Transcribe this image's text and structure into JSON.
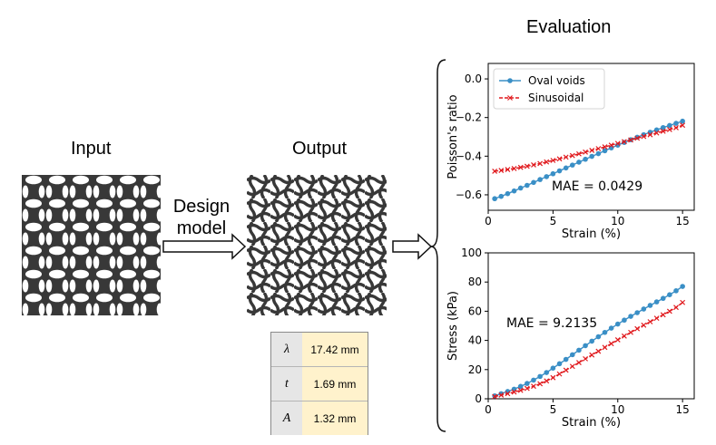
{
  "labels": {
    "input": "Input",
    "output": "Output",
    "evaluation": "Evaluation",
    "design_line1": "Design",
    "design_line2": "model"
  },
  "params": [
    {
      "symbol": "λ",
      "value": "17.42 mm"
    },
    {
      "symbol": "t",
      "value": "1.69 mm"
    },
    {
      "symbol": "A",
      "value": "1.32 mm"
    }
  ],
  "colors": {
    "oval": "#3a8fc6",
    "sinusoidal": "#e0191d",
    "lattice": "#383838",
    "symbol_bg": "#e6e6e6",
    "value_bg": "#fff2cc"
  },
  "chart_data": [
    {
      "type": "line",
      "xlabel": "Strain (%)",
      "ylabel": "Poisson's ratio",
      "xlim": [
        0,
        15.9
      ],
      "ylim": [
        -0.68,
        0.08
      ],
      "xticks": [
        0,
        5,
        10,
        15
      ],
      "yticks": [
        0.0,
        -0.2,
        -0.4,
        -0.6
      ],
      "ytick_labels": [
        "0.0",
        "−0.2",
        "−0.4",
        "−0.6"
      ],
      "legend": "top-left",
      "annotation": "MAE = 0.0429",
      "series": [
        {
          "name": "Oval voids",
          "marker": "circle",
          "style": "solid",
          "x": [
            0.5,
            1.0,
            1.5,
            2.0,
            2.5,
            3.0,
            3.5,
            4.0,
            4.5,
            5.0,
            5.5,
            6.0,
            6.5,
            7.0,
            7.5,
            8.0,
            8.5,
            9.0,
            9.5,
            10.0,
            10.5,
            11.0,
            11.5,
            12.0,
            12.5,
            13.0,
            13.5,
            14.0,
            14.5,
            15.0
          ],
          "y": [
            -0.62,
            -0.608,
            -0.594,
            -0.58,
            -0.565,
            -0.551,
            -0.536,
            -0.521,
            -0.506,
            -0.491,
            -0.476,
            -0.461,
            -0.446,
            -0.431,
            -0.416,
            -0.401,
            -0.387,
            -0.372,
            -0.357,
            -0.343,
            -0.329,
            -0.315,
            -0.302,
            -0.289,
            -0.276,
            -0.264,
            -0.252,
            -0.241,
            -0.23,
            -0.219
          ]
        },
        {
          "name": "Sinusoidal",
          "marker": "x",
          "style": "dashed",
          "x": [
            0.5,
            1.0,
            1.5,
            2.0,
            2.5,
            3.0,
            3.5,
            4.0,
            4.5,
            5.0,
            5.5,
            6.0,
            6.5,
            7.0,
            7.5,
            8.0,
            8.5,
            9.0,
            9.5,
            10.0,
            10.5,
            11.0,
            11.5,
            12.0,
            12.5,
            13.0,
            13.5,
            14.0,
            14.5,
            15.0
          ],
          "y": [
            -0.478,
            -0.474,
            -0.469,
            -0.464,
            -0.458,
            -0.452,
            -0.445,
            -0.438,
            -0.43,
            -0.422,
            -0.414,
            -0.405,
            -0.397,
            -0.388,
            -0.379,
            -0.37,
            -0.361,
            -0.352,
            -0.343,
            -0.334,
            -0.325,
            -0.316,
            -0.307,
            -0.298,
            -0.289,
            -0.28,
            -0.271,
            -0.262,
            -0.253,
            -0.24
          ]
        }
      ]
    },
    {
      "type": "line",
      "xlabel": "Strain (%)",
      "ylabel": "Stress (kPa)",
      "xlim": [
        0,
        15.9
      ],
      "ylim": [
        0,
        100
      ],
      "xticks": [
        0,
        5,
        10,
        15
      ],
      "yticks": [
        0,
        20,
        40,
        60,
        80,
        100
      ],
      "ytick_labels": [
        "0",
        "20",
        "40",
        "60",
        "80",
        "100"
      ],
      "annotation": "MAE = 9.2135",
      "series": [
        {
          "name": "Oval voids",
          "marker": "circle",
          "style": "solid",
          "x": [
            0.5,
            1.0,
            1.5,
            2.0,
            2.5,
            3.0,
            3.5,
            4.0,
            4.5,
            5.0,
            5.5,
            6.0,
            6.5,
            7.0,
            7.5,
            8.0,
            8.5,
            9.0,
            9.5,
            10.0,
            10.5,
            11.0,
            11.5,
            12.0,
            12.5,
            13.0,
            13.5,
            14.0,
            14.5,
            15.0
          ],
          "y": [
            2,
            3.5,
            5,
            6.6,
            8.5,
            10.5,
            12.8,
            15.3,
            18,
            21,
            24,
            27,
            30.2,
            33.3,
            36.4,
            39.5,
            42.5,
            45.5,
            48.4,
            51.2,
            53.9,
            56.5,
            59,
            61.5,
            64,
            66.4,
            68.8,
            71.3,
            74,
            77
          ]
        },
        {
          "name": "Sinusoidal",
          "marker": "x",
          "style": "dashed",
          "x": [
            0.5,
            1.0,
            1.5,
            2.0,
            2.5,
            3.0,
            3.5,
            4.0,
            4.5,
            5.0,
            5.5,
            6.0,
            6.5,
            7.0,
            7.5,
            8.0,
            8.5,
            9.0,
            9.5,
            10.0,
            10.5,
            11.0,
            11.5,
            12.0,
            12.5,
            13.0,
            13.5,
            14.0,
            14.5,
            15.0
          ],
          "y": [
            1.5,
            2.5,
            3.5,
            4.6,
            5.8,
            7.1,
            8.6,
            10.3,
            12.2,
            14.5,
            17,
            19.6,
            22.2,
            24.8,
            27.4,
            30,
            32.6,
            35.2,
            37.8,
            40.4,
            43,
            45.5,
            48,
            50.4,
            52.8,
            55.2,
            57.6,
            60,
            62.6,
            66
          ]
        }
      ]
    }
  ]
}
